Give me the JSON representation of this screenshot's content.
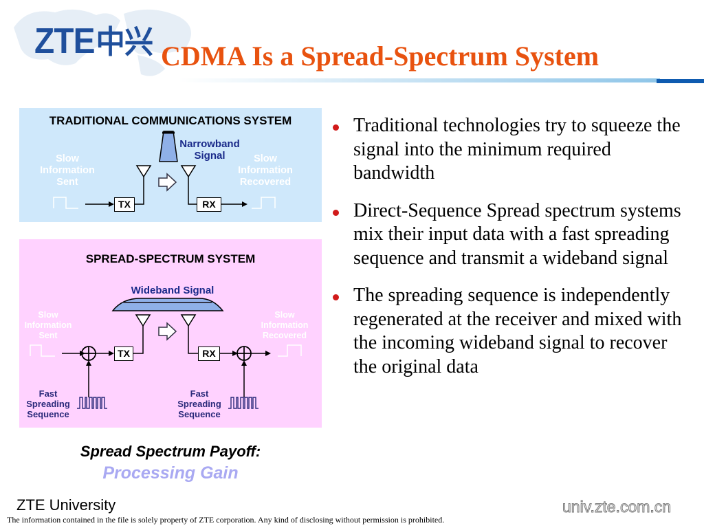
{
  "header": {
    "logo_latin": "ZTE",
    "logo_cn": "中兴",
    "title": "CDMA Is a Spread-Spectrum System"
  },
  "traditional": {
    "title": "TRADITIONAL COMMUNICATIONS SYSTEM",
    "signal_label": "Narrowband Signal",
    "left_label": "Slow Information Sent",
    "right_label": "Slow Information Recovered",
    "tx": "TX",
    "rx": "RX"
  },
  "spread": {
    "title": "SPREAD-SPECTRUM SYSTEM",
    "signal_label": "Wideband Signal",
    "left_label": "Slow Information Sent",
    "right_label": "Slow Information Recovered",
    "left_seq_label": "Fast Spreading Sequence",
    "right_seq_label": "Fast Spreading Sequence",
    "tx": "TX",
    "rx": "RX"
  },
  "bullets": [
    "Traditional technologies try to squeeze the signal into the minimum required bandwidth",
    "Direct-Sequence Spread spectrum systems mix their input data with a fast spreading sequence and transmit a wideband signal",
    "The spreading sequence is independently regenerated at the receiver and mixed with the incoming wideband signal to recover the original data"
  ],
  "payoff": {
    "line1": "Spread Spectrum Payoff:",
    "line2": "Processing Gain"
  },
  "footer": {
    "university": "ZTE University",
    "url": "univ.zte.com.cn",
    "notice": "The information contained in the file is solely property of ZTE corporation. Any kind of disclosing without permission is prohibited."
  },
  "colors": {
    "title": "#e8520f",
    "logo": "#1f4f9c",
    "panel_traditional": "#cfe8fb",
    "panel_spread": "#ffd2ff",
    "bullet_dot": "#d11a1a",
    "signal_fill": "#8fb0e8"
  }
}
